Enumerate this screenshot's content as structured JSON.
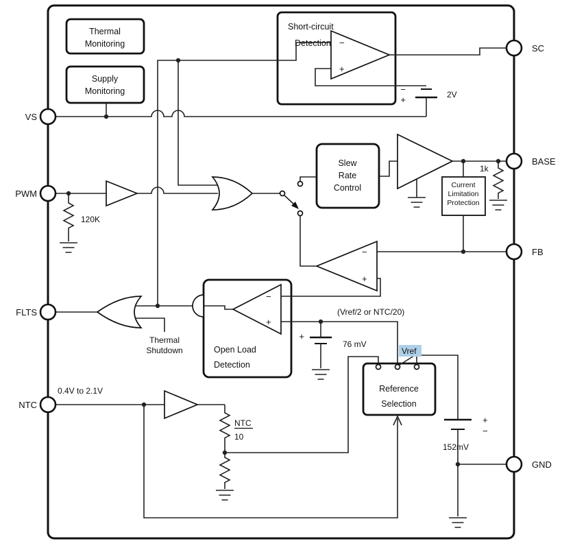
{
  "blocks": {
    "thermal_monitoring": {
      "line1": "Thermal",
      "line2": "Monitoring"
    },
    "supply_monitoring": {
      "line1": "Supply",
      "line2": "Monitoring"
    },
    "short_circuit": {
      "line1": "Short-circuit",
      "line2": "Detection"
    },
    "slew_rate": {
      "line1": "Slew",
      "line2": "Rate",
      "line3": "Control"
    },
    "current_limitation": {
      "line1": "Current",
      "line2": "Limitation",
      "line3": "Protection"
    },
    "open_load": {
      "line1": "Open Load",
      "line2": "Detection"
    },
    "reference_selection": {
      "line1": "Reference",
      "line2": "Selection"
    }
  },
  "pins": {
    "left": [
      {
        "label": "VS"
      },
      {
        "label": "PWM"
      },
      {
        "label": "FLTS"
      },
      {
        "label": "NTC"
      }
    ],
    "right": [
      {
        "label": "SC"
      },
      {
        "label": "BASE"
      },
      {
        "label": "FB"
      },
      {
        "label": "GND"
      }
    ]
  },
  "values": {
    "battery_2v": "2V",
    "resistor_120k": "120K",
    "resistor_1k": "1k",
    "threshold_note": "(Vref/2 or NTC/20)",
    "threshold_76mv": "76 mV",
    "vref": "Vref",
    "battery_152mv": "152mV",
    "ntc_range": "0.4V to 2.1V",
    "ntc_resistor_name": "NTC",
    "ntc_resistor_value": "10",
    "thermal_shutdown_line1": "Thermal",
    "thermal_shutdown_line2": "Shutdown"
  },
  "signs": {
    "plus": "+",
    "minus": "−"
  },
  "colors": {
    "vref_highlight": "#aecfe8",
    "vref_text": "#17365d"
  }
}
